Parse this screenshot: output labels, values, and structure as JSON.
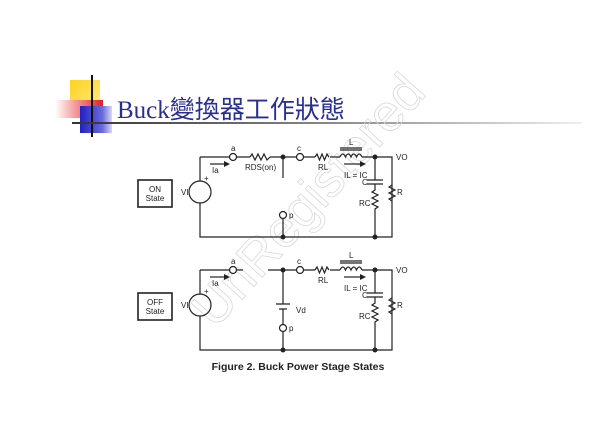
{
  "slide": {
    "title": "Buck變換器工作狀態",
    "watermark": "UnRegistered",
    "accent_color": "#2a2f8f"
  },
  "diagram": {
    "caption": "Figure 2.  Buck Power Stage States",
    "on_state": {
      "state_label_line1": "ON",
      "state_label_line2": "State",
      "labels": {
        "source": "VI",
        "plus": "+",
        "current_a": "Ia",
        "node_a": "a",
        "rds": "RDS(on)",
        "node_c": "c",
        "rl": "RL",
        "inductor": "L",
        "current_l": "IL = IC",
        "vo": "VO",
        "cap": "C",
        "rc": "RC",
        "r": "R",
        "node_p": "p"
      }
    },
    "off_state": {
      "state_label_line1": "OFF",
      "state_label_line2": "State",
      "labels": {
        "source": "VI",
        "plus": "+",
        "current_a": "Ia",
        "node_a": "a",
        "node_c": "c",
        "rl": "RL",
        "inductor": "L",
        "current_l": "IL = IC",
        "vo": "VO",
        "cap": "C",
        "rc": "RC",
        "r": "R",
        "diode": "Vd",
        "node_p": "p"
      }
    }
  }
}
